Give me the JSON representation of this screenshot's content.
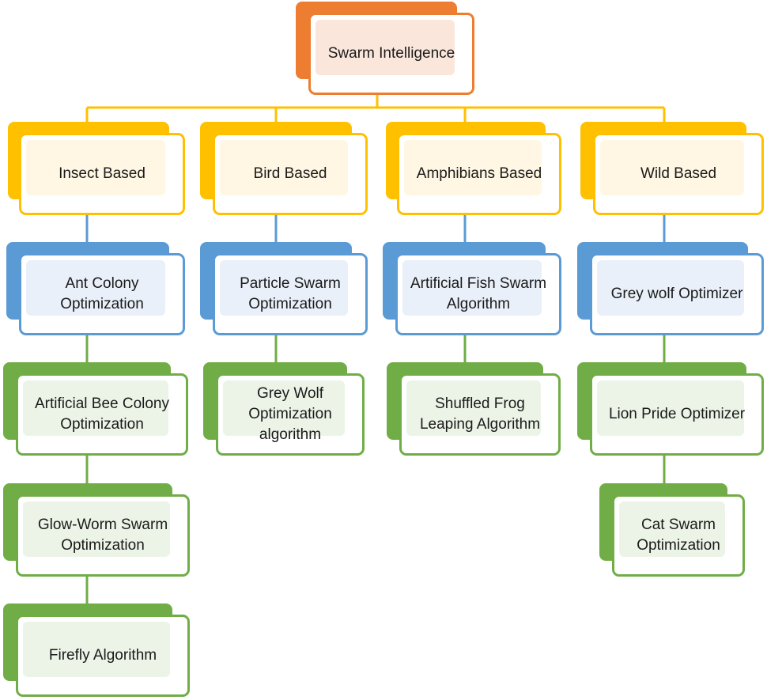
{
  "colors": {
    "orange": "#ed7d31",
    "yellow": "#ffc000",
    "blue": "#5b9bd5",
    "green": "#70ad47"
  },
  "root": {
    "label": "Swarm Intelligence"
  },
  "columns": [
    {
      "category": "Insect Based",
      "items": [
        "Ant Colony Optimization",
        "Artificial Bee Colony Optimization",
        "Glow-Worm Swarm Optimization",
        "Firefly Algorithm"
      ]
    },
    {
      "category": "Bird Based",
      "items": [
        "Particle Swarm Optimization",
        "Grey Wolf Optimization algorithm"
      ]
    },
    {
      "category": "Amphibians Based",
      "items": [
        "Artificial Fish Swarm Algorithm",
        "Shuffled Frog Leaping Algorithm"
      ]
    },
    {
      "category": "Wild Based",
      "items": [
        "Grey wolf Optimizer",
        "Lion Pride Optimizer",
        "Cat Swarm Optimization"
      ]
    }
  ]
}
